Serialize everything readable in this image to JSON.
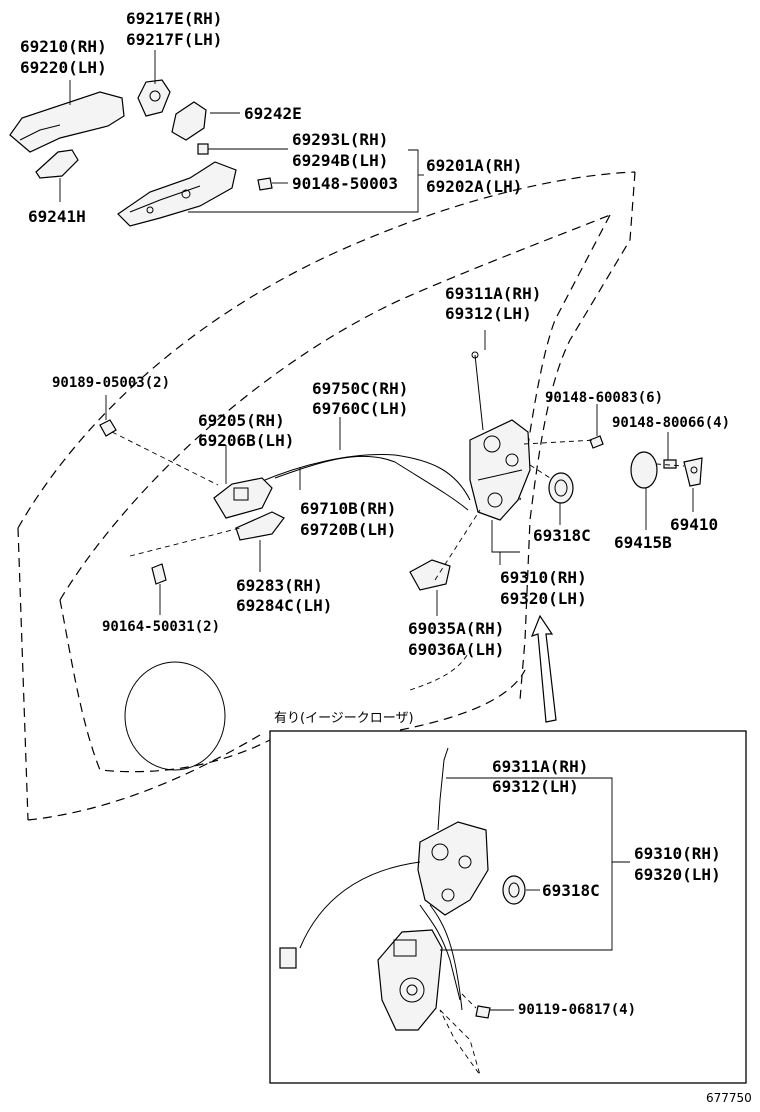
{
  "labels": {
    "p69217e": "69217E(RH)",
    "p69217f": "69217F(LH)",
    "p69210": "69210(RH)",
    "p69220": "69220(LH)",
    "p69242e": "69242E",
    "p69293l": "69293L(RH)",
    "p69294b": "69294B(LH)",
    "p90148_50003": "90148-50003",
    "p69201a": "69201A(RH)",
    "p69202a": "69202A(LH)",
    "p69241h": "69241H",
    "p69311a_top": "69311A(RH)",
    "p69312_top": "69312(LH)",
    "p90189": "90189-05003(2)",
    "p69750c": "69750C(RH)",
    "p69760c": "69760C(LH)",
    "p90148_60083": "90148-60083(6)",
    "p69205": "69205(RH)",
    "p69206b": "69206B(LH)",
    "p90148_80066": "90148-80066(4)",
    "p69710b": "69710B(RH)",
    "p69720b": "69720B(LH)",
    "p69318c_top": "69318C",
    "p69415b": "69415B",
    "p69410": "69410",
    "p69283": "69283(RH)",
    "p69284c": "69284C(LH)",
    "p69310_top": "69310(RH)",
    "p69320_top": "69320(LH)",
    "p90164": "90164-50031(2)",
    "p69035a": "69035A(RH)",
    "p69036a": "69036A(LH)",
    "inset_note": "有り(イージークローザ)",
    "p69311a_inset": "69311A(RH)",
    "p69312_inset": "69312(LH)",
    "p69310_inset": "69310(RH)",
    "p69320_inset": "69320(LH)",
    "p69318c_inset": "69318C",
    "p90119": "90119-06817(4)",
    "figure_number": "677750"
  }
}
